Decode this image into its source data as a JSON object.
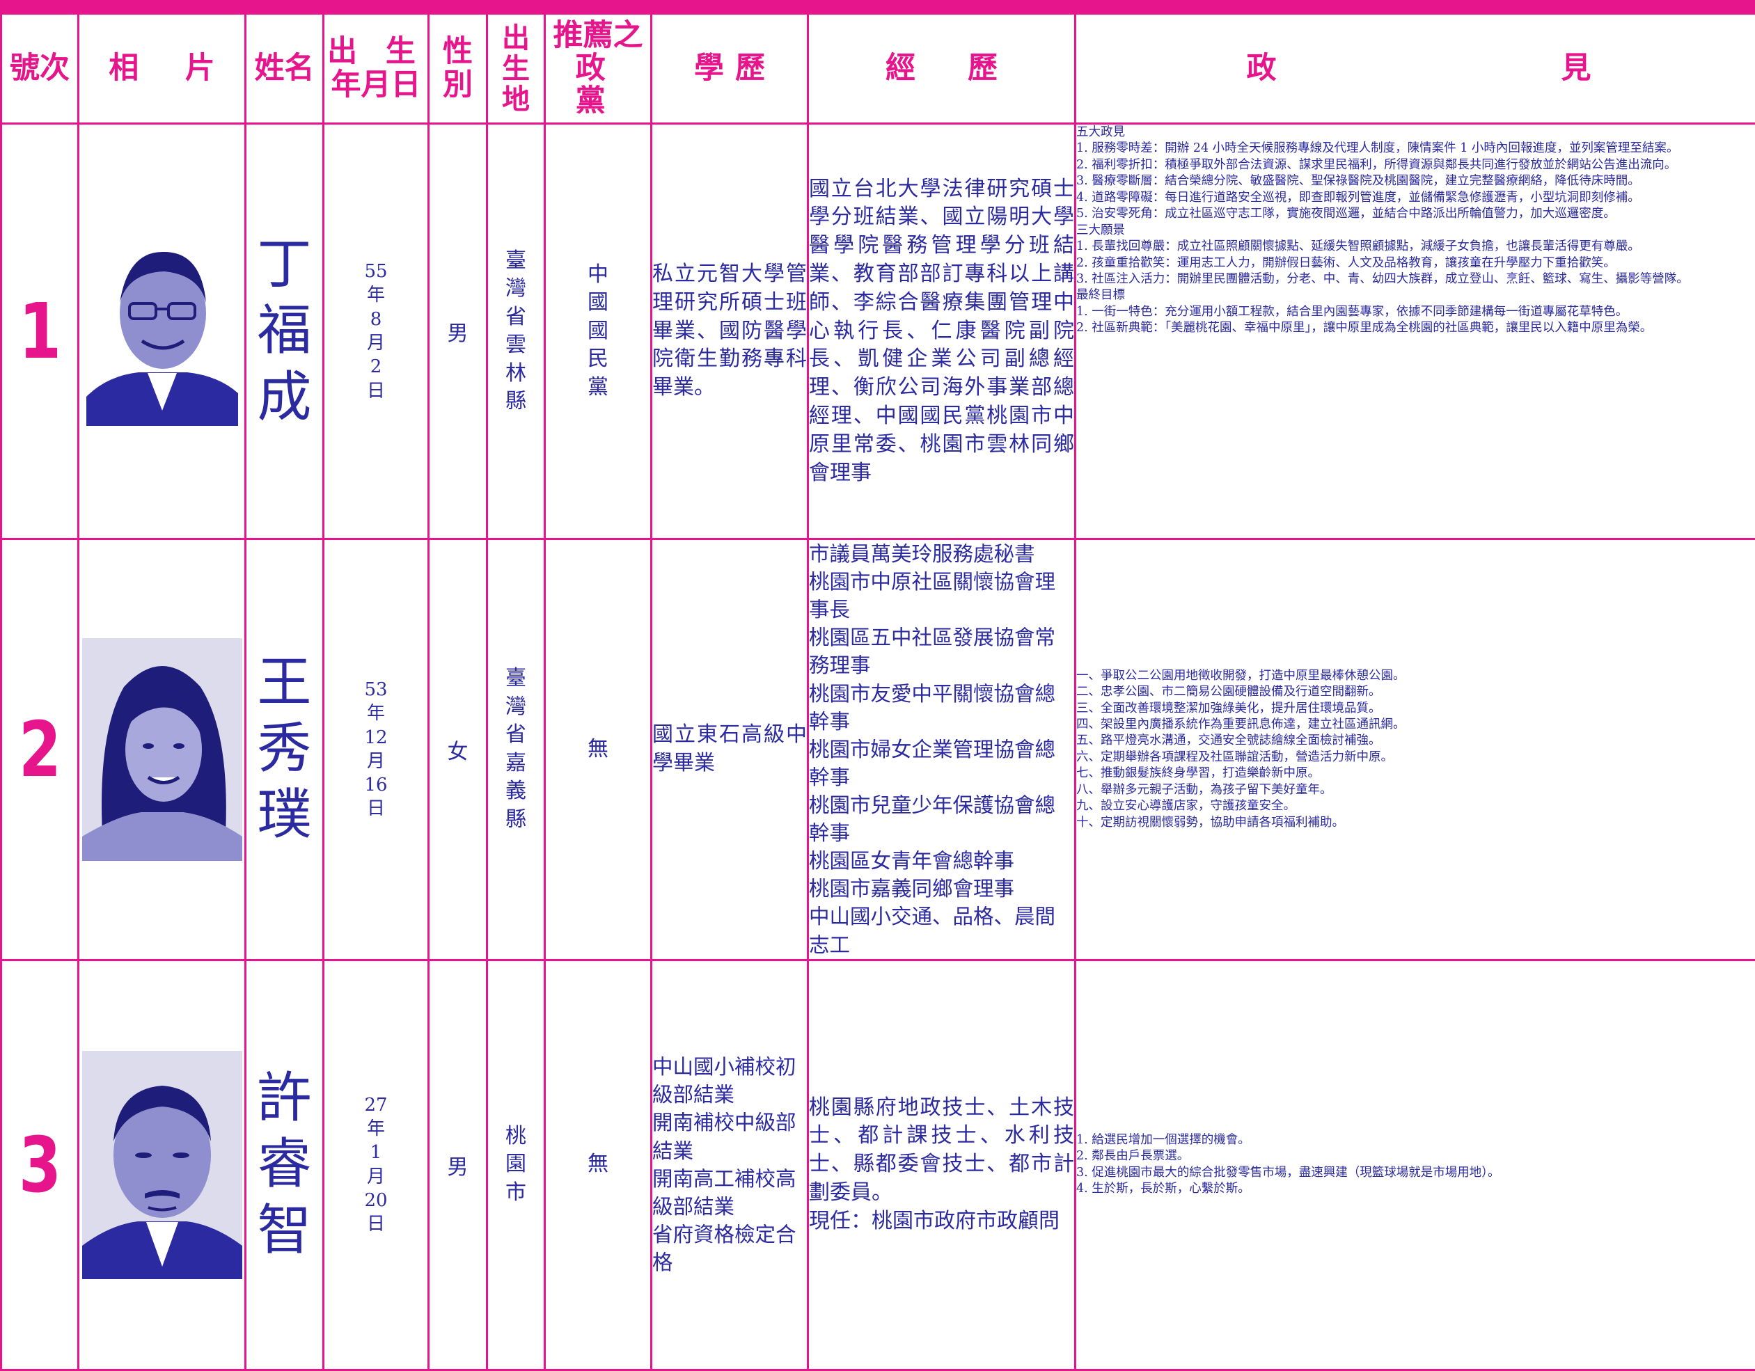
{
  "header": {
    "number": "號次",
    "photo": "相 片",
    "name": "姓名",
    "birth_line1": "出 生",
    "birth_line2": "年月日",
    "gender_line1": "性",
    "gender_line2": "別",
    "birthplace_chars": [
      "出",
      "生",
      "地"
    ],
    "party_line1": "推薦之",
    "party_line2": "政 黨",
    "education_a": "學",
    "education_b": "歷",
    "experience_a": "經",
    "experience_b": "歷",
    "politics_a": "政",
    "politics_b": "見"
  },
  "candidates": [
    {
      "number": "1",
      "name_chars": [
        "丁",
        "福",
        "成"
      ],
      "birth": [
        "55",
        "年",
        "8",
        "月",
        "2",
        "日"
      ],
      "gender": "男",
      "birthplace": [
        "臺",
        "灣",
        "省",
        "雲",
        "林",
        "縣"
      ],
      "party": [
        "中",
        "國",
        "國",
        "民",
        "黨"
      ],
      "education": "私立元智大學管理研究所碩士班畢業、國防醫學院衛生勤務專科畢業。",
      "experience": "國立台北大學法律研究碩士學分班結業、國立陽明大學醫學院醫務管理學分班結業、教育部部訂專科以上講師、李綜合醫療集團管理中心執行長、仁康醫院副院長、凱健企業公司副總經理、衡欣公司海外事業部總經理、中國國民黨桃園市中原里常委、桃園市雲林同鄉會理事",
      "politics": [
        "五大政見",
        "1. 服務零時差：開辦 24 小時全天候服務專線及代理人制度，陳情案件 1 小時內回報進度，並列案管理至結案。",
        "2. 福利零折扣：積極爭取外部合法資源、謀求里民福利，所得資源與鄰長共同進行發放並於網站公告進出流向。",
        "3. 醫療零斷層：結合榮總分院、敏盛醫院、聖保祿醫院及桃園醫院，建立完整醫療網絡，降低待床時間。",
        "4. 道路零障礙：每日進行道路安全巡視，即查即報列管進度，並儲備緊急修護瀝青，小型坑洞即刻修補。",
        "5. 治安零死角：成立社區巡守志工隊，實施夜間巡邏，並結合中路派出所輪值警力，加大巡邏密度。",
        "三大願景",
        "1. 長輩找回尊嚴：成立社區照顧關懷據點、延緩失智照顧據點，減緩子女負擔，也讓長輩活得更有尊嚴。",
        "2. 孩童重拾歡笑：運用志工人力，開辦假日藝術、人文及品格教育，讓孩童在升學壓力下重拾歡笑。",
        "3. 社區注入活力：開辦里民團體活動，分老、中、青、幼四大族群，成立登山、烹飪、籃球、寫生、攝影等營隊。",
        "最終目標",
        "1. 一街一特色：充分運用小額工程款，結合里內園藝專家，依據不同季節建構每一街道專屬花草特色。",
        "2. 社區新典範：「美麗桃花園、幸福中原里」，讓中原里成為全桃園的社區典範，讓里民以入籍中原里為榮。"
      ]
    },
    {
      "number": "2",
      "name_chars": [
        "王",
        "秀",
        "璞"
      ],
      "birth": [
        "53",
        "年",
        "12",
        "月",
        "16",
        "日"
      ],
      "gender": "女",
      "birthplace": [
        "臺",
        "灣",
        "省",
        "嘉",
        "義",
        "縣"
      ],
      "party": [
        "無"
      ],
      "education": "國立東石高級中學畢業",
      "experience_lines": [
        "市議員萬美玲服務處秘書",
        "桃園市中原社區關懷協會理事長",
        "桃園區五中社區發展協會常務理事",
        "桃園市友愛中平關懷協會總幹事",
        "桃園市婦女企業管理協會總幹事",
        "桃園市兒童少年保護協會總幹事",
        "桃園區女青年會總幹事",
        "桃園市嘉義同鄉會理事",
        "中山國小交通、品格、晨間志工"
      ],
      "politics": [
        "一、爭取公二公園用地徵收開發，打造中原里最棒休憩公園。",
        "二、忠孝公園、市二簡易公園硬體設備及行道空間翻新。",
        "三、全面改善環境整潔加強綠美化，提升居住環境品質。",
        "四、架設里內廣播系統作為重要訊息佈達，建立社區通訊網。",
        "五、路平燈亮水溝通，交通安全號誌繪線全面檢討補強。",
        "六、定期舉辦各項課程及社區聯誼活動，營造活力新中原。",
        "七、推動銀髮族終身學習，打造樂齡新中原。",
        "八、舉辦多元親子活動，為孩子留下美好童年。",
        "九、設立安心導護店家，守護孩童安全。",
        "十、定期訪視關懷弱勢，協助申請各項福利補助。"
      ]
    },
    {
      "number": "3",
      "name_chars": [
        "許",
        "睿",
        "智"
      ],
      "birth": [
        "27",
        "年",
        "1",
        "月",
        "20",
        "日"
      ],
      "gender": "男",
      "birthplace": [
        "桃",
        "園",
        "市"
      ],
      "party": [
        "無"
      ],
      "education_lines": [
        "中山國小補校初級部結業",
        "開南補校中級部結業",
        "開南高工補校高級部結業",
        "省府資格檢定合格"
      ],
      "experience_a": "桃園縣府地政技士、土木技士、都計課技士、水利技士、縣都委會技士、都市計劃委員。",
      "experience_b": "現任：桃園市政府市政顧問",
      "politics": [
        "1. 給選民增加一個選擇的機會。",
        "2. 鄰長由戶長票選。",
        "3. 促進桃園市最大的綜合批發零售市場，盡速興建（現籃球場就是市場用地）。",
        "4. 生於斯，長於斯，心繫於斯。"
      ]
    }
  ],
  "colors": {
    "accent": "#e6158c",
    "ink": "#2b2aa0",
    "photo_bg": "#dcdcec"
  }
}
